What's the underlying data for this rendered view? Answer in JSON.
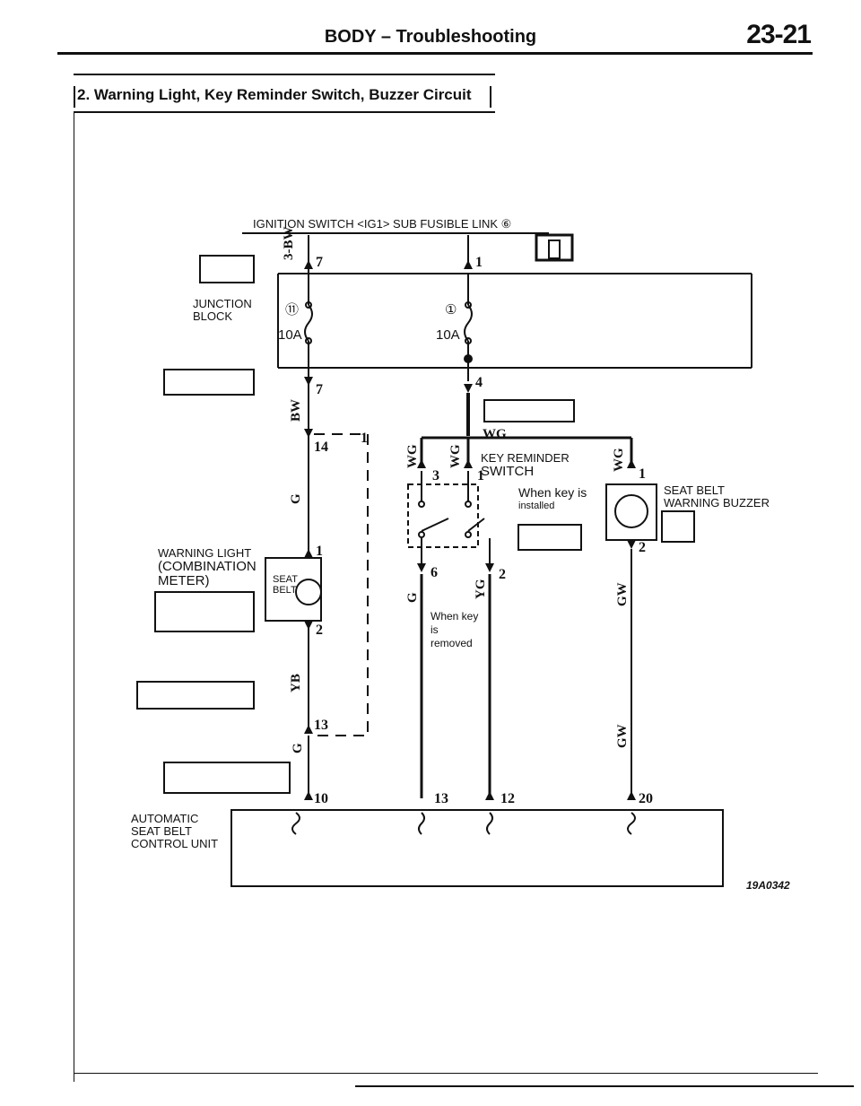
{
  "header": {
    "title": "BODY – Troubleshooting",
    "page_number": "23-21"
  },
  "section": {
    "title": "2. Warning Light, Key Reminder Switch, Buzzer Circuit"
  },
  "diagram": {
    "top_label": "IGNITION  SWITCH  <IG1>  SUB  FUSIBLE  LINK  ⑥",
    "junction_block": [
      "JUNCTION",
      "BLOCK"
    ],
    "warning_light": [
      "WARNING  LIGHT",
      "(COMBINATION",
      "METER)"
    ],
    "seat_belt_text": [
      "SEAT",
      "BELT"
    ],
    "key_reminder": [
      "KEY  REMINDER",
      "SWITCH"
    ],
    "when_installed": [
      "When  key  is",
      "installed"
    ],
    "when_removed": [
      "When  key",
      "is",
      "removed"
    ],
    "buzzer": [
      "SEAT  BELT",
      "WARNING  BUZZER"
    ],
    "auto_unit": [
      "AUTOMATIC",
      "SEAT  BELT",
      "CONTROL  UNIT"
    ],
    "fuse_left": {
      "num": "⑪",
      "rating": "10A"
    },
    "fuse_right": {
      "num": "①",
      "rating": "10A"
    },
    "wires": {
      "w1": "3-BW",
      "w2": "BW",
      "w3": "G",
      "w4": "YB",
      "w5": "G",
      "w6": "WG",
      "w7": "WG",
      "w8": "WG",
      "w9": "WG",
      "w10": "G",
      "w11": "YG",
      "w12": "GW",
      "w13": "GW"
    },
    "pins": {
      "p7a": "7",
      "p1a": "1",
      "p7b": "7",
      "p4": "4",
      "p14": "14",
      "p1b": "1",
      "p1c": "1",
      "p2a": "2",
      "p13a": "13",
      "p3": "3",
      "p1d": "1",
      "p1e": "1",
      "p6": "6",
      "p2b": "2",
      "p2c": "2",
      "p10": "10",
      "p13b": "13",
      "p12": "12",
      "p20": "20"
    },
    "figure_code": "19A0342"
  },
  "colors": {
    "ink": "#111111",
    "paper": "#ffffff"
  }
}
